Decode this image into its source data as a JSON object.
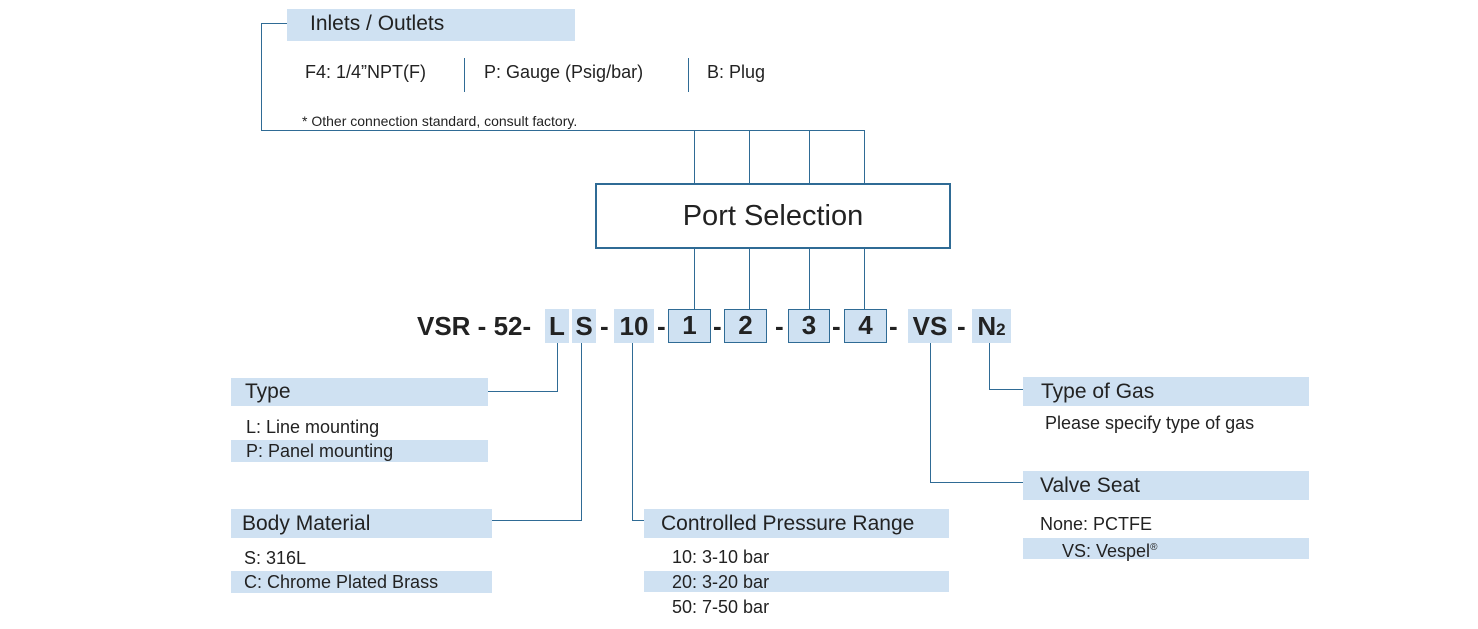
{
  "inlets": {
    "title": "Inlets / Outlets",
    "options": [
      "F4: 1/4”NPT(F)",
      "P: Gauge (Psig/bar)",
      "B: Plug"
    ],
    "note": "* Other connection standard, consult factory."
  },
  "port_selection": {
    "label": "Port Selection"
  },
  "code": {
    "prefix": "VSR - 52-",
    "type": "L",
    "body": "S",
    "dash1": "-",
    "pressure": "10",
    "dash2": "-",
    "port1": "1",
    "dash3": "-",
    "port2": "2",
    "dash4": "-",
    "port3": "3",
    "dash5": "-",
    "port4": "4",
    "dash6": "-",
    "seat": "VS",
    "dash7": "-",
    "gas": "N",
    "gas_sub": "2"
  },
  "type": {
    "title": "Type",
    "items": [
      "L:  Line mounting",
      "P:  Panel mounting"
    ]
  },
  "body_material": {
    "title": "Body Material",
    "items": [
      "S:  316L",
      "C:  Chrome Plated Brass"
    ]
  },
  "pressure_range": {
    "title": "Controlled Pressure Range",
    "items": [
      "10:  3-10 bar",
      "20:  3-20 bar",
      "50:  7-50 bar"
    ]
  },
  "type_of_gas": {
    "title": "Type of Gas",
    "text": "Please specify type of gas"
  },
  "valve_seat": {
    "title": "Valve Seat",
    "items": [
      "None:  PCTFE",
      "VS:  Vespel"
    ],
    "reg_mark": "®"
  },
  "colors": {
    "band": "#cfe1f2",
    "line": "#2f6b95"
  }
}
